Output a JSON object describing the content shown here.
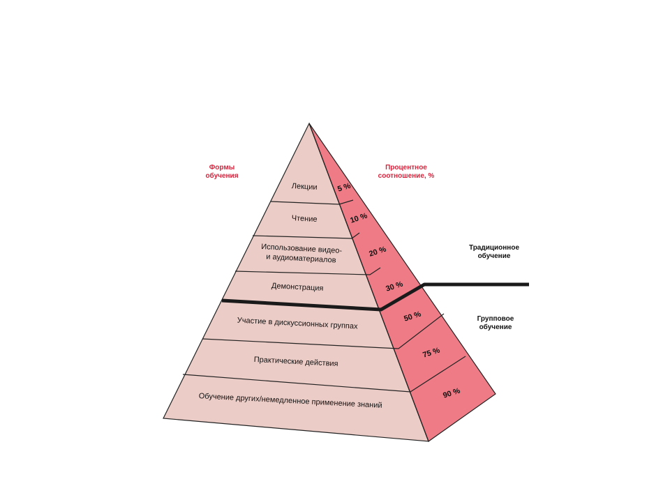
{
  "headers": {
    "forms": [
      "Формы",
      "обучения"
    ],
    "percent": [
      "Процентное",
      "соотношение, %"
    ],
    "traditional": [
      "Традиционное",
      "обучение"
    ],
    "group": [
      "Групповое",
      "обучение"
    ]
  },
  "levels": [
    {
      "label": [
        "Лекции"
      ],
      "percent": "5 %"
    },
    {
      "label": [
        "Чтение"
      ],
      "percent": "10 %"
    },
    {
      "label": [
        "Использование видео-",
        "и аудиоматериалов"
      ],
      "percent": "20 %"
    },
    {
      "label": [
        "Демонстрация"
      ],
      "percent": "30 %"
    },
    {
      "label": [
        "Участие в дискуссионных группах"
      ],
      "percent": "50 %"
    },
    {
      "label": [
        "Практические действия"
      ],
      "percent": "75 %"
    },
    {
      "label": [
        "Обучение других/немедленное применение знаний"
      ],
      "percent": "90 %"
    }
  ],
  "colors": {
    "front_face": "#ecccc6",
    "side_face": "#ee7b86",
    "header_accent": "#d8243c",
    "outline": "#222222"
  }
}
